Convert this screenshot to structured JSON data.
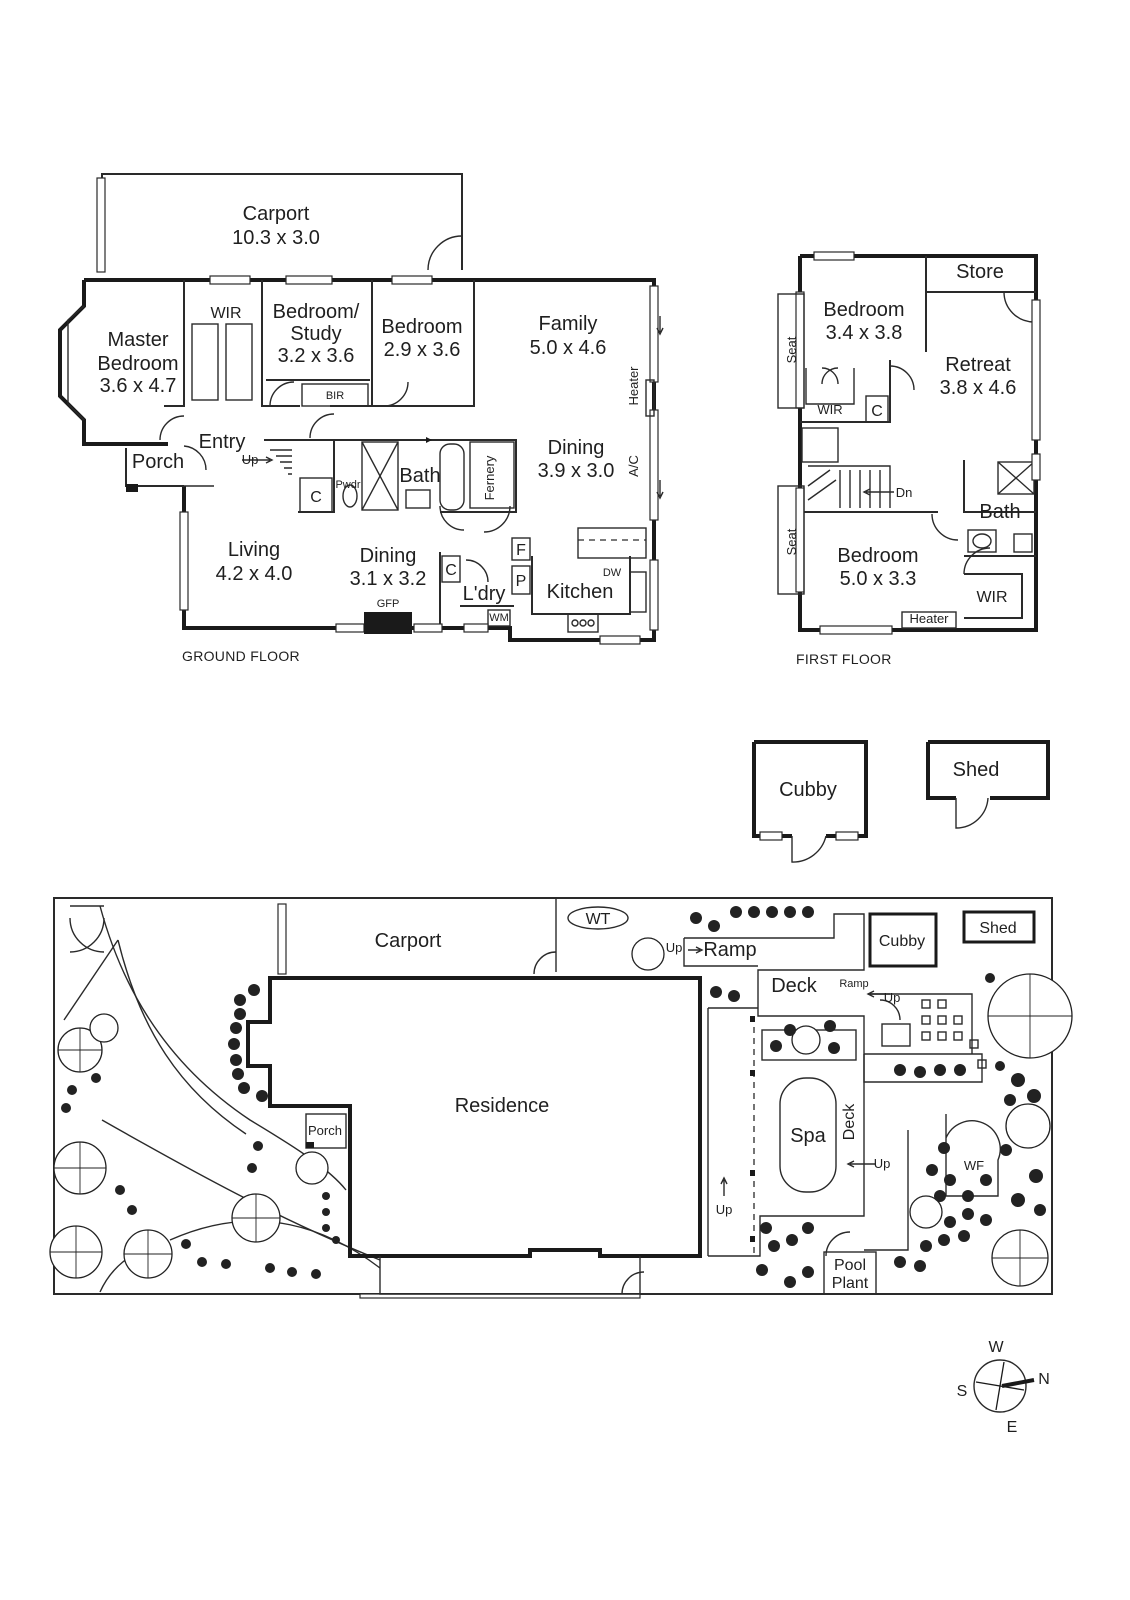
{
  "ground_floor": {
    "caption": "GROUND FLOOR",
    "rooms": [
      {
        "name": "Carport",
        "dims": "10.3 x 3.0"
      },
      {
        "name": "Master",
        "name2": "Bedroom",
        "dims": "3.6 x 4.7"
      },
      {
        "name": "WIR"
      },
      {
        "name": "Bedroom/",
        "name2": "Study",
        "dims": "3.2 x 3.6"
      },
      {
        "name": "BIR"
      },
      {
        "name": "Bedroom",
        "dims": "2.9 x 3.6"
      },
      {
        "name": "Family",
        "dims": "5.0 x 4.6"
      },
      {
        "name": "Heater"
      },
      {
        "name": "Entry"
      },
      {
        "name": "Up"
      },
      {
        "name": "Porch"
      },
      {
        "name": "C"
      },
      {
        "name": "Pwdr"
      },
      {
        "name": "Bath"
      },
      {
        "name": "Fernery"
      },
      {
        "name": "Dining",
        "dims": "3.9 x 3.0"
      },
      {
        "name": "A/C"
      },
      {
        "name": "Living",
        "dims": "4.2 x 4.0"
      },
      {
        "name": "Dining",
        "dims": "3.1 x 3.2"
      },
      {
        "name": "GFP"
      },
      {
        "name": "C"
      },
      {
        "name": "F"
      },
      {
        "name": "P"
      },
      {
        "name": "L'dry"
      },
      {
        "name": "WM"
      },
      {
        "name": "DW"
      },
      {
        "name": "Kitchen"
      }
    ]
  },
  "first_floor": {
    "caption": "FIRST FLOOR",
    "rooms": [
      {
        "name": "Store"
      },
      {
        "name": "Bedroom",
        "dims": "3.4 x 3.8"
      },
      {
        "name": "Retreat",
        "dims": "3.8 x 4.6"
      },
      {
        "name": "Seat"
      },
      {
        "name": "WIR"
      },
      {
        "name": "C"
      },
      {
        "name": "Dn"
      },
      {
        "name": "Bath"
      },
      {
        "name": "Seat"
      },
      {
        "name": "Bedroom",
        "dims": "5.0 x 3.3"
      },
      {
        "name": "WIR"
      },
      {
        "name": "Heater"
      }
    ]
  },
  "outbuildings": {
    "cubby": "Cubby",
    "shed": "Shed"
  },
  "site_plan": {
    "labels": {
      "carport": "Carport",
      "wt": "WT",
      "up_ramp": "Up",
      "ramp": "Ramp",
      "cubby": "Cubby",
      "shed": "Shed",
      "deck_top": "Deck",
      "ramp_small": "Ramp",
      "up_small": "Up",
      "residence": "Residence",
      "porch": "Porch",
      "spa": "Spa",
      "deck_side": "Deck",
      "up_spa": "Up",
      "wf": "WF",
      "up_left": "Up",
      "pool": "Pool",
      "plant": "Plant"
    }
  },
  "compass": {
    "n": "N",
    "s": "S",
    "e": "E",
    "w": "W"
  }
}
